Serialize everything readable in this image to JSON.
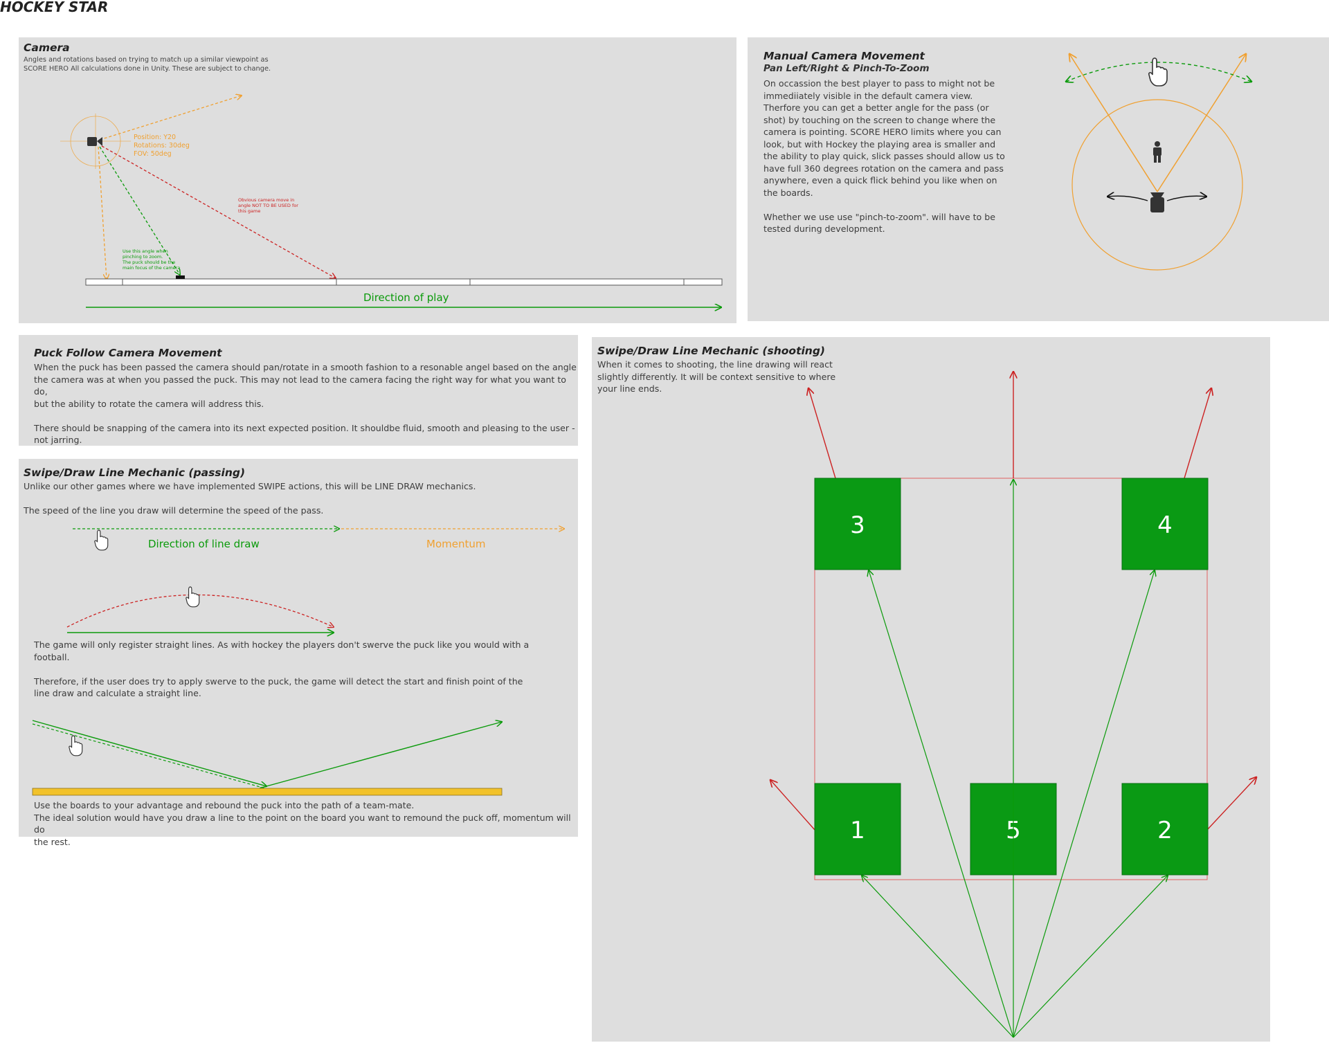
{
  "doc_title": "HOCKEY STAR",
  "camera": {
    "title": "Camera",
    "intro": "Angles and rotations based on trying to match up a similar viewpoint as\nSCORE HERO All calculations done in Unity. These are subject to change.",
    "position": "Position: Y20",
    "rotation": "Rotations: 30deg",
    "fov": "FOV: 50deg",
    "bad_angle_note": "Obvious camera move in\nangle NOT TO BE USED for\nthis game",
    "zoom_note": "Use this angle when\npinching to zoom.\nThe puck should be the\nmain focus of the camera",
    "direction_label": "Direction of play"
  },
  "manual": {
    "title": "Manual Camera Movement",
    "subtitle": "Pan Left/Right & Pinch-To-Zoom",
    "body": "On occassion the best player to pass to might not be\nimmediiately visible in the default camera view.\nTherfore you can get a better angle for the pass (or\nshot) by touching on the screen to change where the\ncamera is pointing. SCORE HERO limits where you can\nlook, but with Hockey the playing area is smaller and\nthe ability to play quick, slick passes should allow us to\nhave full 360 degrees rotation on the camera and pass\nanywhere, even a quick flick behind you like when on\nthe boards.\n\nWhether we use use \"pinch-to-zoom\". will have to be\ntested during development."
  },
  "puck_follow": {
    "title": "Puck Follow Camera Movement",
    "body": "When the puck has been passed the camera should pan/rotate in a smooth fashion to a resonable angel based on the angle\nthe camera was at when you passed the puck. This may not lead to the camera facing the right way for what you want to do,\nbut the ability to rotate the camera will address this.\n\nThere should be snapping of the camera into its next expected position. It shouldbe fluid, smooth and pleasing to the user -\nnot jarring."
  },
  "passing": {
    "title": "Swipe/Draw Line Mechanic (passing)",
    "intro": "Unlike our other games where we have implemented SWIPE actions, this will be LINE DRAW mechanics.\n\nThe speed of the line you draw will determine the speed of the pass.",
    "direction_label": "Direction of line draw",
    "momentum_label": "Momentum",
    "straight_text": "The game will only register straight lines. As with hockey the players don't swerve the puck like you would with a\nfootball.\n\nTherefore, if the user does try to apply swerve to the puck, the game will detect the start and finish point of the\nline draw and calculate a straight line.",
    "boards_text": "Use the boards to your advantage and rebound the puck into the path of a team-mate.\nThe ideal solution would have you draw a line to the point on the board you want to remound the puck off, momentum will do\nthe rest."
  },
  "shooting": {
    "title": "Swipe/Draw Line Mechanic (shooting)",
    "body": "When it comes to shooting, the line drawing will react\nslightly differently. It will be context sensitive to where\nyour line ends.",
    "zones": [
      "3",
      "4",
      "1",
      "5",
      "2"
    ]
  },
  "colors": {
    "panel": "#dedede",
    "orange": "#f0a030",
    "green": "#0a9a0a",
    "red": "#cc2222",
    "zone_green": "#0a9a14",
    "board_yellow": "#f2c22a"
  }
}
